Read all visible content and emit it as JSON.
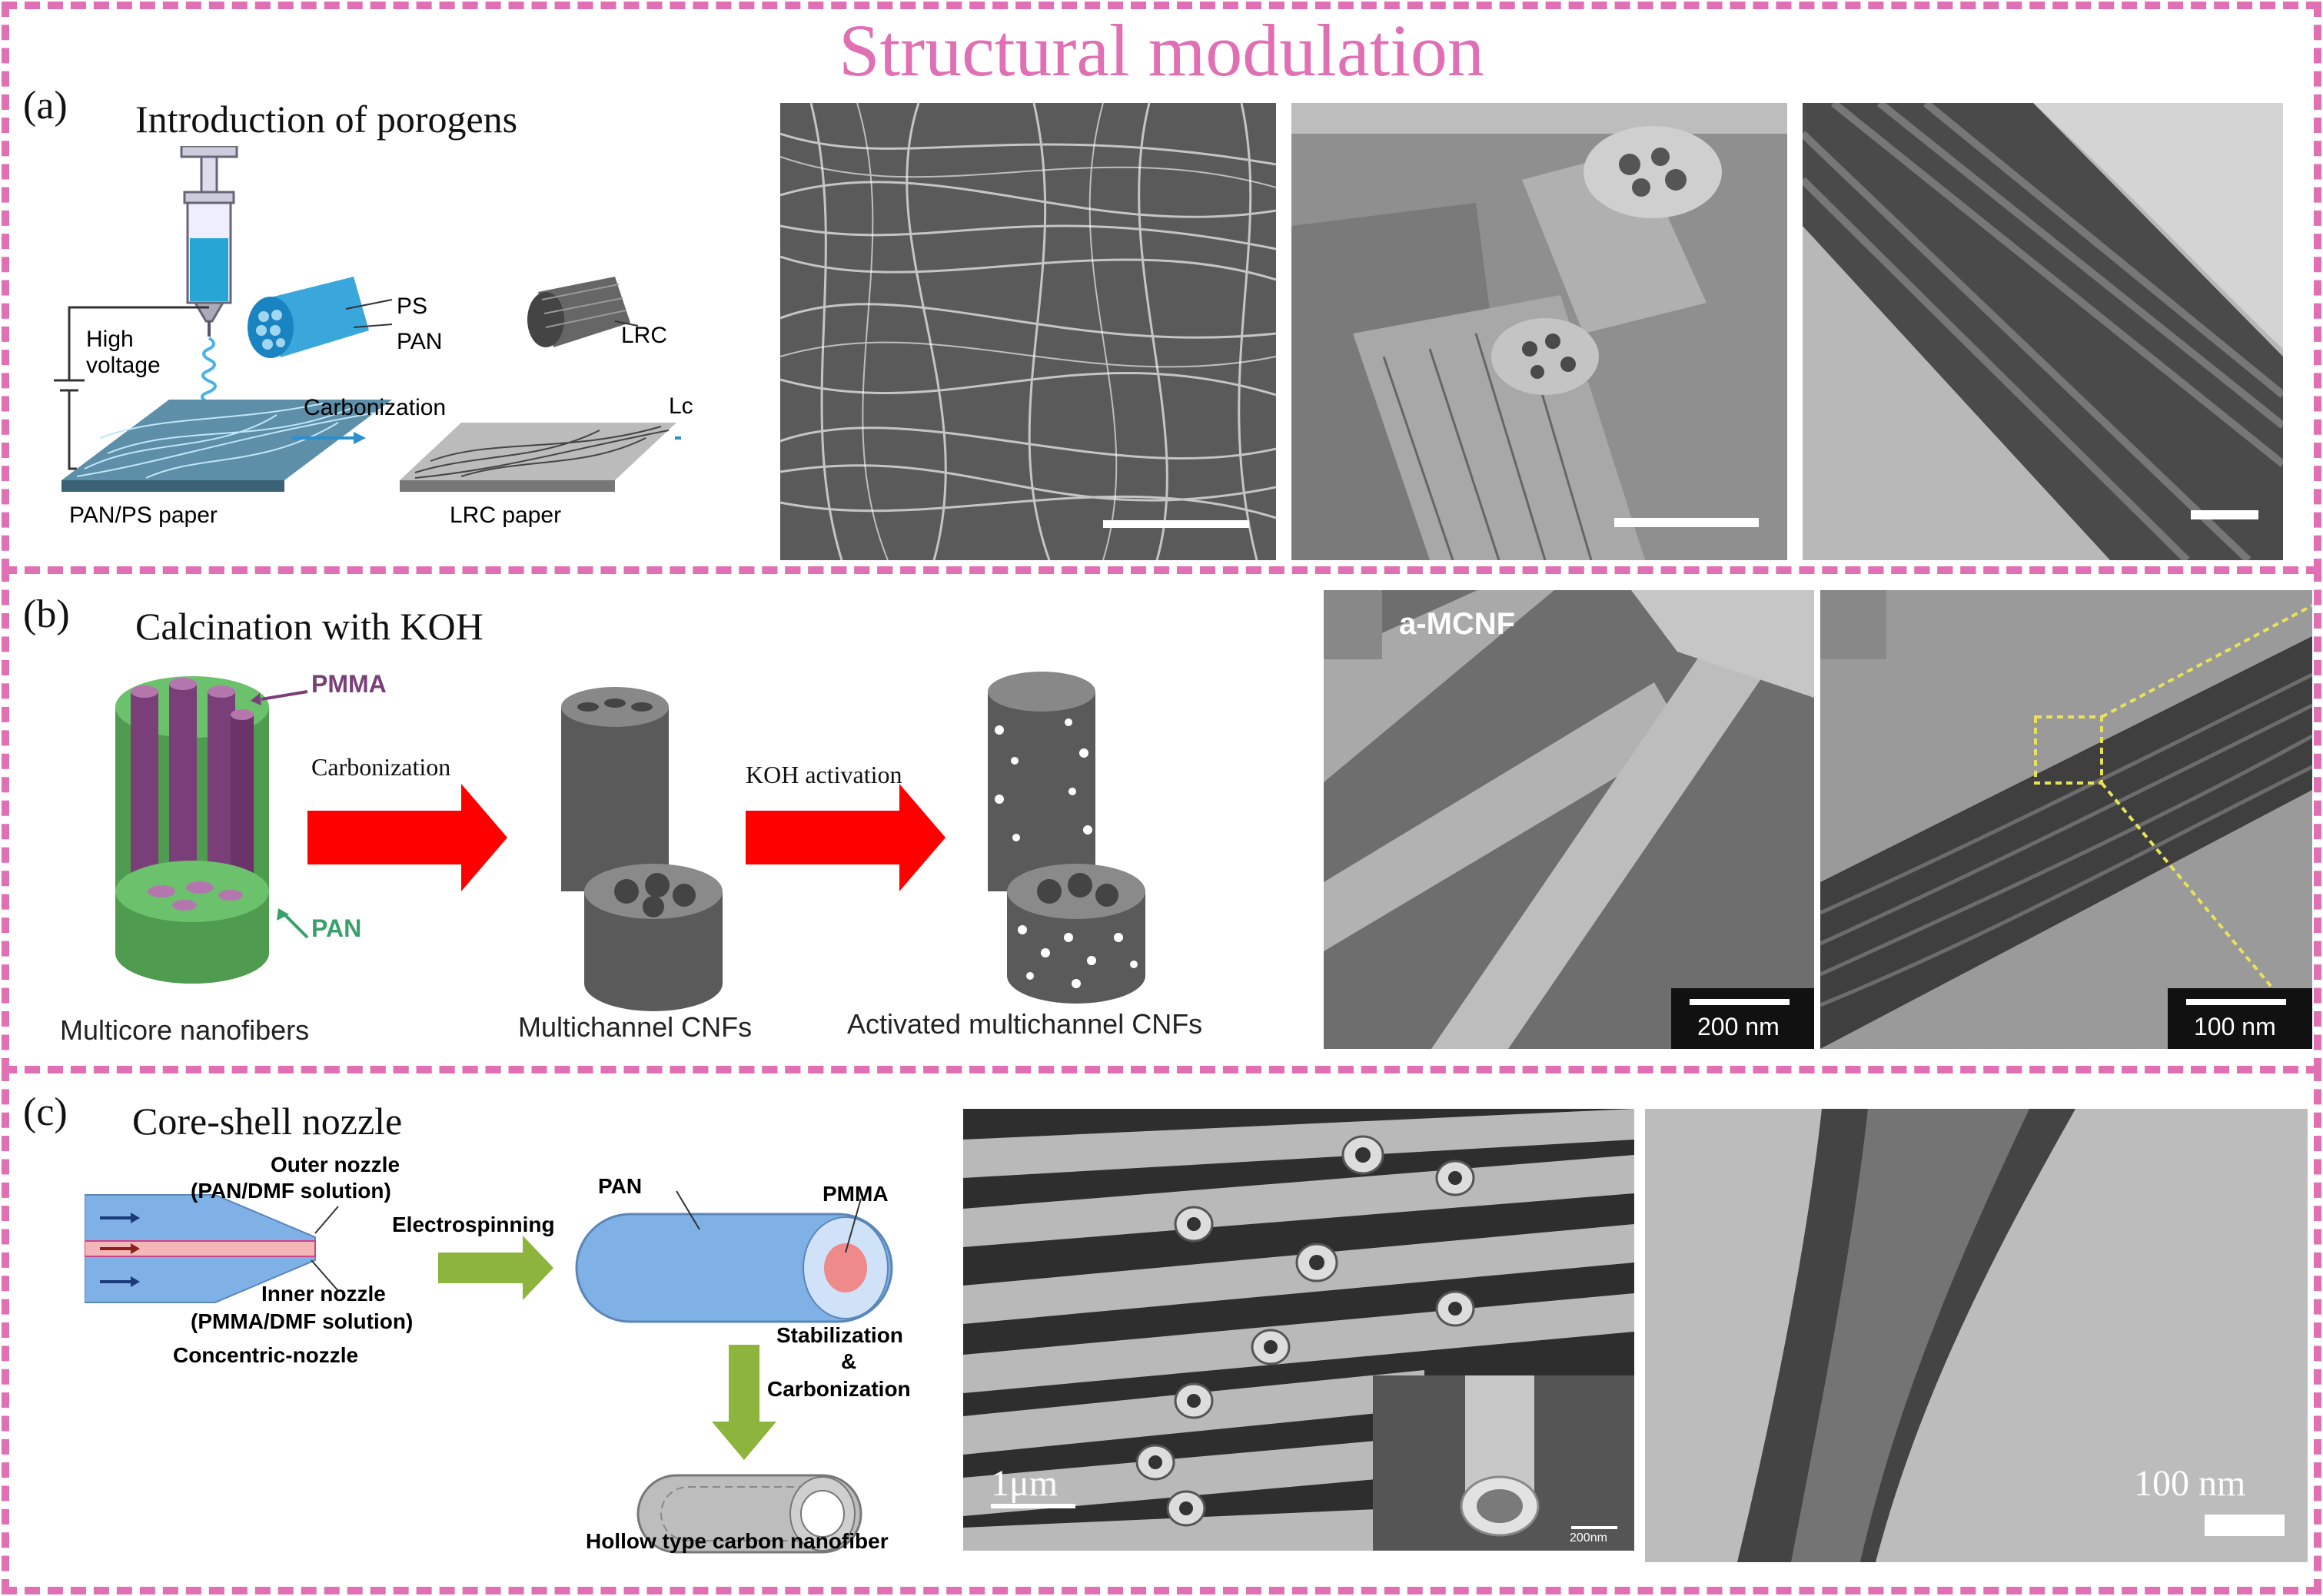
{
  "title": "Structural modulation",
  "colors": {
    "accent": "#e06fb4",
    "arrow_red": "#ff0000",
    "arrow_green": "#8db43c",
    "pmma": "#8c4f86",
    "pan_green": "#55aa55",
    "pan_blue": "#7fb0e6"
  },
  "panel_a": {
    "label": "(a)",
    "title": "Introduction of porogens",
    "high_voltage": "High\nvoltage",
    "ps": "PS",
    "pan": "PAN",
    "lrc": "LRC",
    "carbonization": "Carbonization",
    "lc_cut": "Lc",
    "left_paper": "PAN/PS paper",
    "right_paper": "LRC paper"
  },
  "panel_b": {
    "label": "(b)",
    "title": "Calcination with KOH",
    "pmma": "PMMA",
    "pan": "PAN",
    "carbonization": "Carbonization",
    "koh": "KOH activation",
    "cap1": "Multicore nanofibers",
    "cap2": "Multichannel CNFs",
    "cap3": "Activated multichannel CNFs",
    "sem_label": "a-MCNF",
    "scale1": "200 nm",
    "scale2": "100 nm"
  },
  "panel_c": {
    "label": "(c)",
    "title": "Core-shell nozzle",
    "outer": "Outer nozzle",
    "outer_sol": "(PAN/DMF solution)",
    "inner": "Inner nozzle",
    "inner_sol": "(PMMA/DMF solution)",
    "concentric": "Concentric-nozzle",
    "electrospinning": "Electrospinning",
    "pan": "PAN",
    "pmma": "PMMA",
    "stab": "Stabilization",
    "amp": "&",
    "carb": "Carbonization",
    "hollow": "Hollow type carbon nanofiber",
    "scale_sem": "1μm",
    "scale_inset": "200nm",
    "scale_tem": "100 nm"
  }
}
